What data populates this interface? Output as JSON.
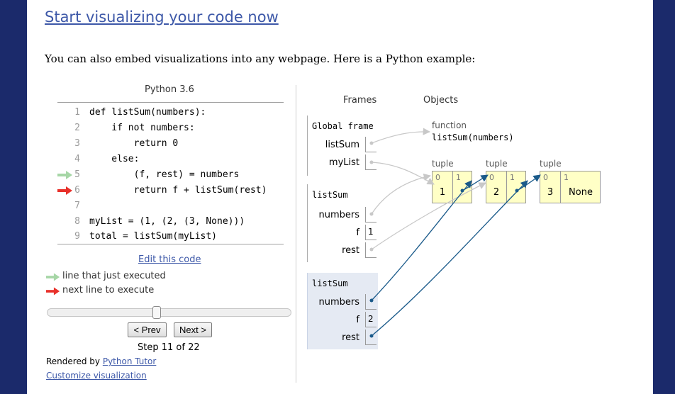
{
  "page": {
    "heading": "Start visualizing your code now",
    "intro": "You can also embed visualizations into any webpage. Here is a Python example:"
  },
  "code_panel": {
    "language": "Python 3.6",
    "lines": [
      {
        "num": "1",
        "text": "def listSum(numbers):"
      },
      {
        "num": "2",
        "text": "    if not numbers:"
      },
      {
        "num": "3",
        "text": "        return 0"
      },
      {
        "num": "4",
        "text": "    else:"
      },
      {
        "num": "5",
        "text": "        (f, rest) = numbers"
      },
      {
        "num": "6",
        "text": "        return f + listSum(rest)"
      },
      {
        "num": "7",
        "text": ""
      },
      {
        "num": "8",
        "text": "myList = (1, (2, (3, None)))"
      },
      {
        "num": "9",
        "text": "total = listSum(myList)"
      }
    ],
    "just_executed_line": "5",
    "next_line": "6",
    "edit_link": "Edit this code",
    "legend_executed": "line that just executed",
    "legend_next": "next line to execute",
    "prev_button": "< Prev",
    "next_button": "Next >",
    "step_text": "Step 11 of 22",
    "slider_position": 0.48,
    "rendered_by": "Rendered by",
    "rendered_link": "Python Tutor",
    "customize_link": "Customize visualization"
  },
  "viz": {
    "frames_header": "Frames",
    "objects_header": "Objects",
    "global_frame": {
      "name": "Global frame",
      "vars": [
        {
          "name": "listSum",
          "value": ""
        },
        {
          "name": "myList",
          "value": ""
        }
      ]
    },
    "frame1": {
      "name": "listSum",
      "vars": [
        {
          "name": "numbers",
          "value": ""
        },
        {
          "name": "f",
          "value": "1"
        },
        {
          "name": "rest",
          "value": ""
        }
      ]
    },
    "frame2": {
      "name": "listSum",
      "vars": [
        {
          "name": "numbers",
          "value": ""
        },
        {
          "name": "f",
          "value": "2"
        },
        {
          "name": "rest",
          "value": ""
        }
      ]
    },
    "function_obj": {
      "type": "function",
      "signature": "listSum(numbers)"
    },
    "tuples": [
      {
        "type": "tuple",
        "idx0": "0",
        "idx1": "1",
        "val0": "1",
        "val1": ""
      },
      {
        "type": "tuple",
        "idx0": "0",
        "idx1": "1",
        "val0": "2",
        "val1": ""
      },
      {
        "type": "tuple",
        "idx0": "0",
        "idx1": "1",
        "val0": "3",
        "val1": "None"
      }
    ]
  },
  "colors": {
    "accent": "#3d58a8",
    "side_bars": "#1b2a6b",
    "active_frame": "#e5eaf3",
    "tuple_fill": "#ffffc6",
    "active_arrow": "#1a5a8a",
    "inactive_arrow": "#c8c8c8",
    "executed_arrow": "#a6d6a6",
    "next_arrow": "#e8302a"
  }
}
